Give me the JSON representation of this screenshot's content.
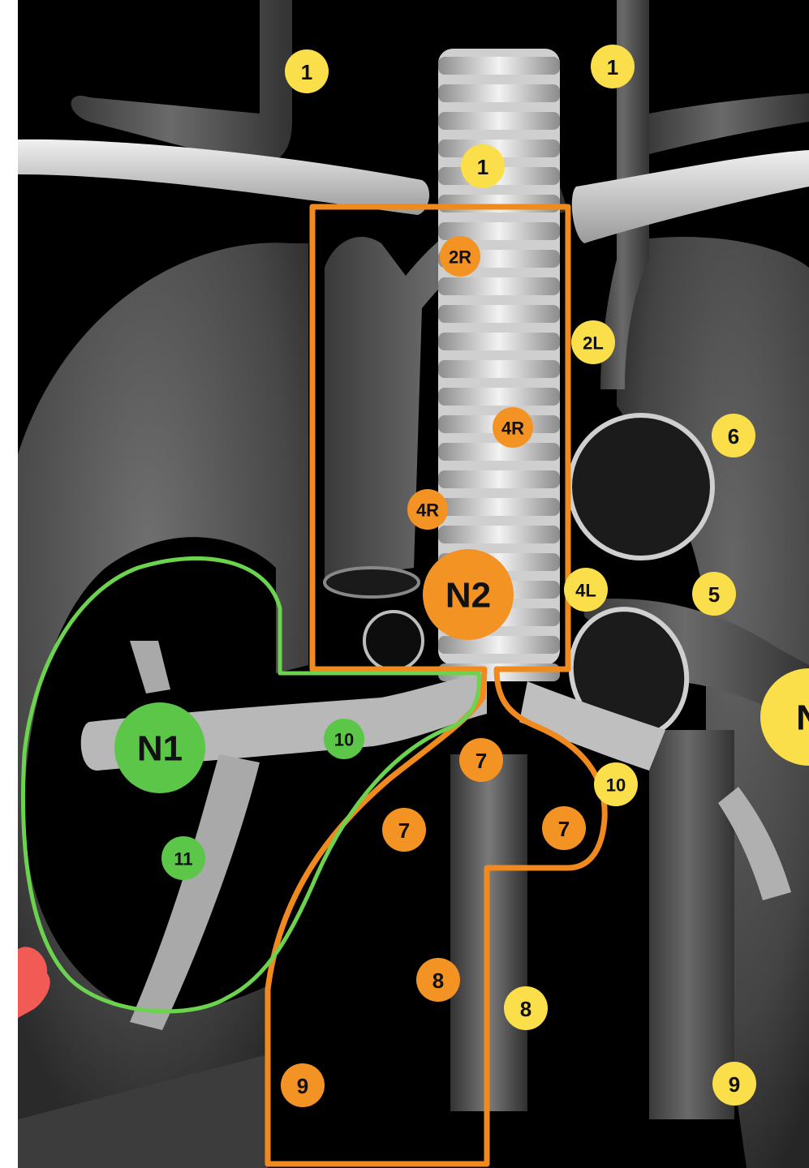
{
  "colors": {
    "background": "#000000",
    "yellow": "#FADF4A",
    "orange": "#F39324",
    "green": "#5BC648",
    "green_outline": "#6CD34E",
    "orange_outline": "#F08A1E",
    "tissue": "#5a5a5a",
    "bone": "#d6d6d6",
    "red_blob": "#F25A55"
  },
  "groups": {
    "N1": {
      "color": "green"
    },
    "N2": {
      "color": "orange"
    },
    "other": {
      "color": "yellow"
    }
  },
  "stations": [
    {
      "label": "1",
      "group": "other"
    },
    {
      "label": "1",
      "group": "other"
    },
    {
      "label": "1",
      "group": "other"
    },
    {
      "label": "2R",
      "group": "N2"
    },
    {
      "label": "2L",
      "group": "other"
    },
    {
      "label": "4R",
      "group": "N2"
    },
    {
      "label": "4R",
      "group": "N2"
    },
    {
      "label": "6",
      "group": "other"
    },
    {
      "label": "N2",
      "group": "N2"
    },
    {
      "label": "4L",
      "group": "other"
    },
    {
      "label": "5",
      "group": "other"
    },
    {
      "label": "N",
      "group": "other"
    },
    {
      "label": "N1",
      "group": "N1"
    },
    {
      "label": "10",
      "group": "N1"
    },
    {
      "label": "7",
      "group": "N2"
    },
    {
      "label": "10",
      "group": "other"
    },
    {
      "label": "7",
      "group": "N2"
    },
    {
      "label": "7",
      "group": "N2"
    },
    {
      "label": "11",
      "group": "N1"
    },
    {
      "label": "8",
      "group": "N2"
    },
    {
      "label": "8",
      "group": "other"
    },
    {
      "label": "9",
      "group": "N2"
    },
    {
      "label": "9",
      "group": "other"
    }
  ]
}
